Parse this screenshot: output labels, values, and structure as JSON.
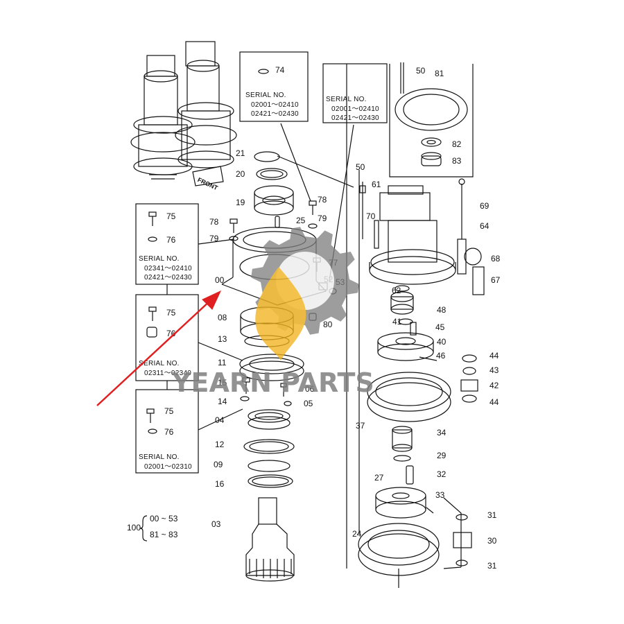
{
  "labels": [
    {
      "id": "74",
      "text": "74"
    },
    {
      "id": "50a",
      "text": "50"
    },
    {
      "id": "81",
      "text": "81"
    },
    {
      "id": "82",
      "text": "82"
    },
    {
      "id": "83",
      "text": "83"
    },
    {
      "id": "21",
      "text": "21"
    },
    {
      "id": "20",
      "text": "20"
    },
    {
      "id": "19",
      "text": "19"
    },
    {
      "id": "78a",
      "text": "78"
    },
    {
      "id": "78b",
      "text": "78"
    },
    {
      "id": "79a",
      "text": "79"
    },
    {
      "id": "79b",
      "text": "79"
    },
    {
      "id": "25",
      "text": "25"
    },
    {
      "id": "50b",
      "text": "50"
    },
    {
      "id": "61",
      "text": "61"
    },
    {
      "id": "69",
      "text": "69"
    },
    {
      "id": "70",
      "text": "70"
    },
    {
      "id": "64",
      "text": "64"
    },
    {
      "id": "68",
      "text": "68"
    },
    {
      "id": "67",
      "text": "67"
    },
    {
      "id": "77",
      "text": "77"
    },
    {
      "id": "52",
      "text": "52"
    },
    {
      "id": "53",
      "text": "53"
    },
    {
      "id": "00",
      "text": "00"
    },
    {
      "id": "62",
      "text": "62"
    },
    {
      "id": "48",
      "text": "48"
    },
    {
      "id": "08",
      "text": "08"
    },
    {
      "id": "80",
      "text": "80"
    },
    {
      "id": "41",
      "text": "41"
    },
    {
      "id": "45",
      "text": "45"
    },
    {
      "id": "40",
      "text": "40"
    },
    {
      "id": "13",
      "text": "13"
    },
    {
      "id": "46",
      "text": "46"
    },
    {
      "id": "44a",
      "text": "44"
    },
    {
      "id": "43",
      "text": "43"
    },
    {
      "id": "11",
      "text": "11"
    },
    {
      "id": "42",
      "text": "42"
    },
    {
      "id": "15",
      "text": "15"
    },
    {
      "id": "06",
      "text": "06"
    },
    {
      "id": "44b",
      "text": "44"
    },
    {
      "id": "14",
      "text": "14"
    },
    {
      "id": "05",
      "text": "05"
    },
    {
      "id": "37",
      "text": "37"
    },
    {
      "id": "04",
      "text": "04"
    },
    {
      "id": "34",
      "text": "34"
    },
    {
      "id": "12",
      "text": "12"
    },
    {
      "id": "29",
      "text": "29"
    },
    {
      "id": "09",
      "text": "09"
    },
    {
      "id": "32",
      "text": "32"
    },
    {
      "id": "16",
      "text": "16"
    },
    {
      "id": "27",
      "text": "27"
    },
    {
      "id": "33",
      "text": "33"
    },
    {
      "id": "31a",
      "text": "31"
    },
    {
      "id": "03",
      "text": "03"
    },
    {
      "id": "24",
      "text": "24"
    },
    {
      "id": "30",
      "text": "30"
    },
    {
      "id": "31b",
      "text": "31"
    },
    {
      "id": "75a",
      "text": "75"
    },
    {
      "id": "76a",
      "text": "76"
    },
    {
      "id": "75b",
      "text": "75"
    },
    {
      "id": "76b",
      "text": "76"
    },
    {
      "id": "75c",
      "text": "75"
    },
    {
      "id": "76c",
      "text": "76"
    }
  ],
  "serial_boxes": [
    {
      "id": "top-mid",
      "title": "SERIAL NO.",
      "lines": [
        "02001～02410",
        "02421～02430"
      ]
    },
    {
      "id": "top-right",
      "title": "SERIAL NO.",
      "lines": [
        "02001～02410",
        "02421～02430"
      ]
    },
    {
      "id": "left-1",
      "title": "SERIAL NO.",
      "lines": [
        "02341～02410",
        "02421～02430"
      ]
    },
    {
      "id": "left-2",
      "title": "SERIAL NO.",
      "lines": [
        "02311～02340"
      ]
    },
    {
      "id": "left-3",
      "title": "SERIAL NO.",
      "lines": [
        "02001～02310"
      ]
    }
  ],
  "assembly": {
    "number": "100",
    "ranges": [
      "00 ~ 53",
      "81 ~ 83"
    ]
  },
  "front_label": "FRONT",
  "watermark": {
    "text": "YEARN PARTS",
    "gear_color": "#808080",
    "drop_color": "#f2b21b"
  },
  "arrow_color": "#e02020"
}
